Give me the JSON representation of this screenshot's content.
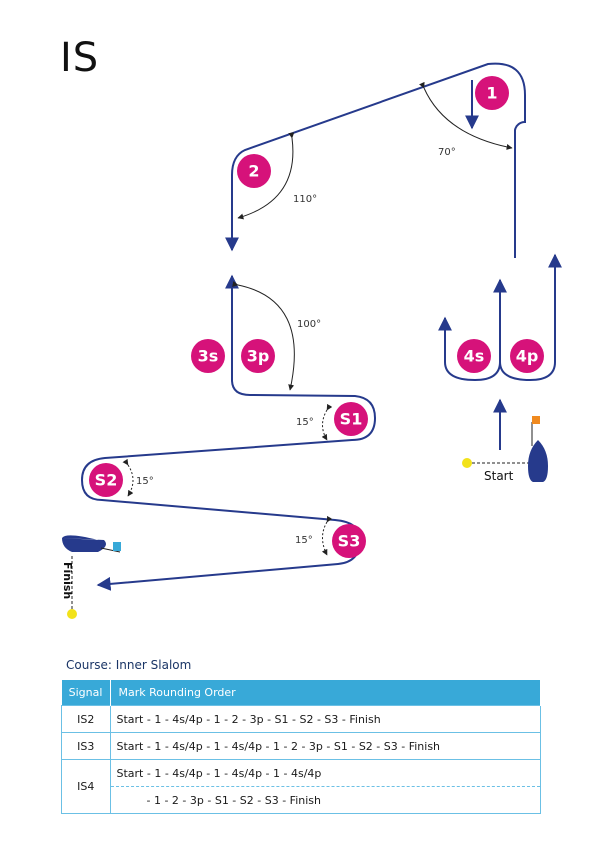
{
  "title": "IS",
  "marks": {
    "m1": "1",
    "m2": "2",
    "m3s": "3s",
    "m3p": "3p",
    "m4s": "4s",
    "m4p": "4p",
    "s1": "S1",
    "s2": "S2",
    "s3": "S3"
  },
  "angles": {
    "a70": "70°",
    "a110": "110°",
    "a100": "100°",
    "a15_s1": "15°",
    "a15_s2": "15°",
    "a15_s3": "15°"
  },
  "labels": {
    "start": "Start",
    "finish": "Finish"
  },
  "colors": {
    "route": "#263a8c",
    "mark": "#d6127a",
    "table_header": "#38a9d8",
    "flag": "#f08a1f",
    "flag_finish": "#38a9d8",
    "pin": "#f2e21a"
  },
  "course_caption": "Course: Inner Slalom",
  "table": {
    "headers": [
      "Signal",
      "Mark Rounding Order"
    ],
    "rows": [
      {
        "signal": "IS2",
        "order": "Start - 1 - 4s/4p - 1 - 2 - 3p - S1 - S2 - S3 - Finish"
      },
      {
        "signal": "IS3",
        "order": "Start - 1 - 4s/4p - 1 - 4s/4p - 1 - 2 - 3p - S1 - S2 - S3 - Finish"
      },
      {
        "signal": "IS4",
        "order_line1": "Start - 1 - 4s/4p - 1 - 4s/4p - 1 - 4s/4p",
        "order_line2": "- 1 - 2 - 3p - S1 - S2 - S3 - Finish"
      }
    ]
  }
}
